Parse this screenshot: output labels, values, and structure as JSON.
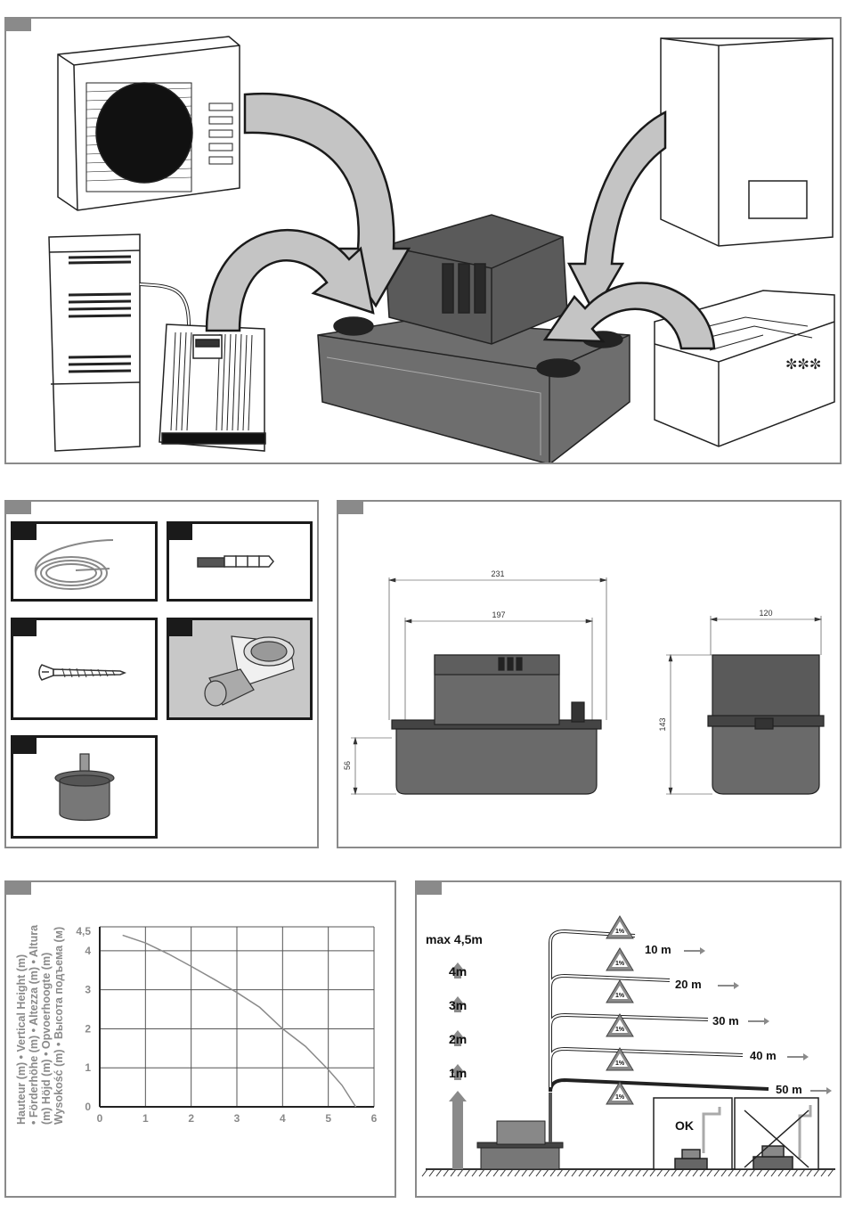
{
  "dimensions": {
    "width_total": "231",
    "width_body": "197",
    "depth": "120",
    "height_total": "143",
    "height_tank": "56"
  },
  "chart_data": {
    "type": "line",
    "title": "",
    "xlabel": "",
    "ylabel": "Hauteur (m) • Vertical Height (m) • Förderhöhe (m) • Altezza (m) • Altura (m) Höjd (m) • Opvoerhoogte (m) Wysokość (m) • Высота подъема (м)",
    "ylabel_lines": [
      "Hauteur (m) • Vertical Height (m)",
      "• Förderhöhe (m) • Altezza (m) • Altura",
      "(m) Höjd (m) • Opvoerhoogte (m)",
      "Wysokość (m) • Высота подъема (м)"
    ],
    "x_ticks": [
      "0",
      "1",
      "2",
      "3",
      "4",
      "5",
      "6"
    ],
    "y_ticks": [
      "0",
      "1",
      "2",
      "3",
      "4",
      "4,5"
    ],
    "xlim": [
      0,
      6
    ],
    "ylim": [
      0,
      4.5
    ],
    "grid": true,
    "series": [
      {
        "x": [
          0.5,
          1,
          1.5,
          2,
          2.5,
          3,
          3.5,
          4,
          4.5,
          5,
          5.3,
          5.6
        ],
        "y": [
          4.4,
          4.2,
          3.92,
          3.6,
          3.27,
          2.93,
          2.55,
          2.0,
          1.55,
          0.95,
          0.55,
          0
        ]
      }
    ]
  },
  "height_diagram": {
    "max_label": "max 4,5m",
    "levels": [
      "4m",
      "3m",
      "2m",
      "1m"
    ],
    "distances": [
      "10 m",
      "20 m",
      "30 m",
      "40 m",
      "50 m"
    ],
    "slope_badge": "1%",
    "ok_label": "OK"
  }
}
